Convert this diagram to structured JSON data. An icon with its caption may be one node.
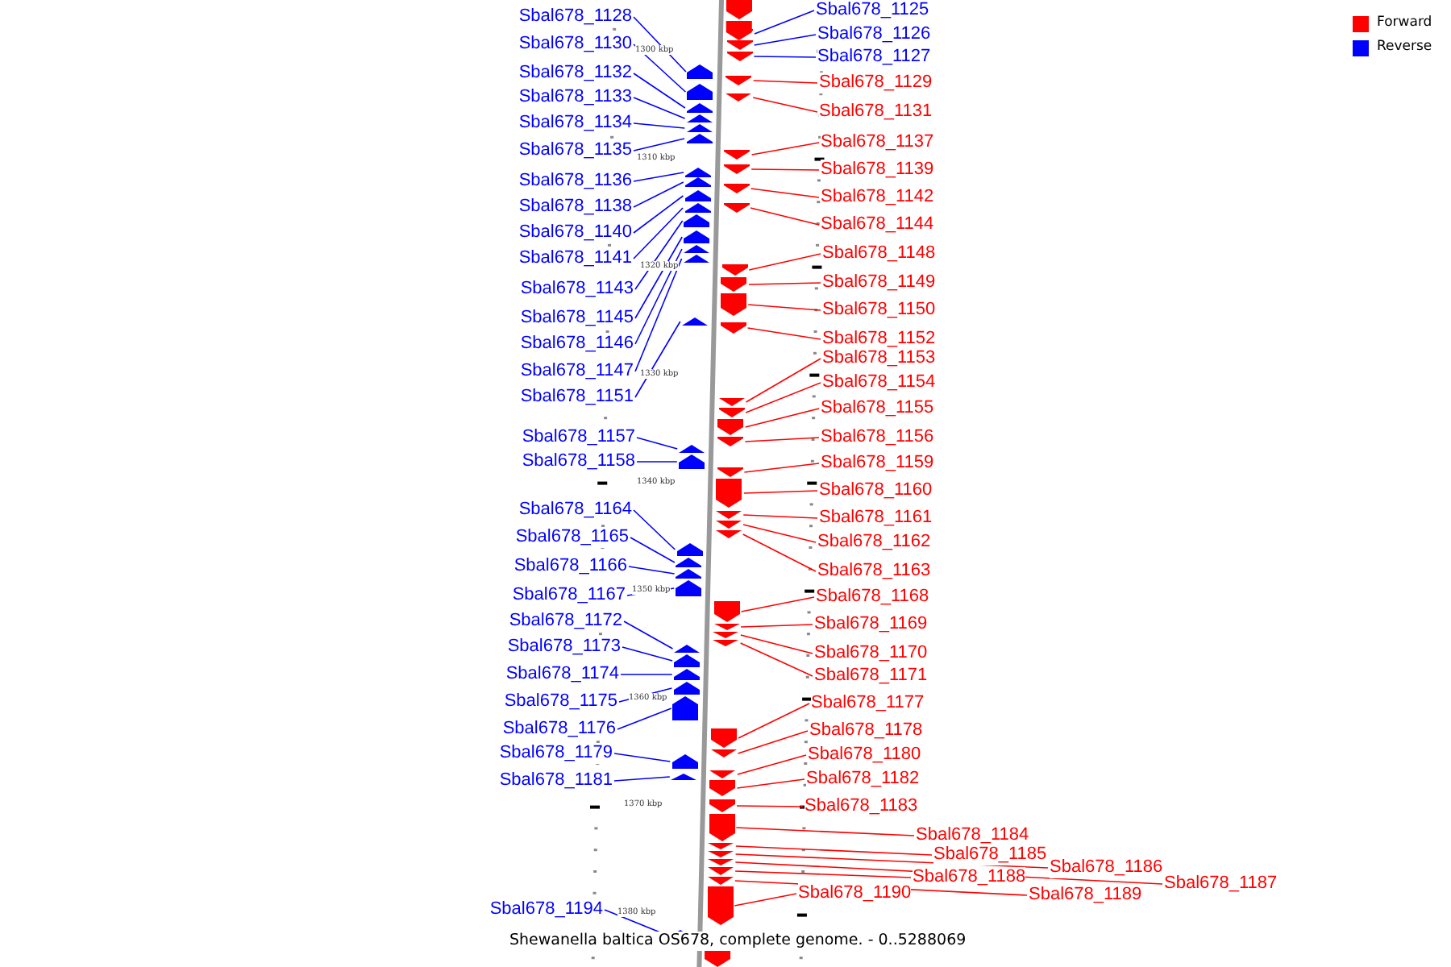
{
  "diagram": {
    "caption": "Shewanella baltica OS678, complete genome. - 0..5288069",
    "nodes": [
      {
        "text": [
          "Sbal678_1128"
        ]
      },
      {
        "text": [
          "Sbal678_1130"
        ]
      },
      {
        "text": [
          "Sbal678_1132"
        ]
      },
      {
        "text": [
          "Sbal678_1133"
        ]
      },
      {
        "text": [
          "Sbal678_1134"
        ]
      },
      {
        "text": [
          "Sbal678_1135"
        ]
      },
      {
        "text": [
          "Sbal678_1136"
        ]
      },
      {
        "text": [
          "Sbal678_1138"
        ]
      },
      {
        "text": [
          "Sbal678_1140"
        ]
      },
      {
        "text": [
          "Sbal678_1141"
        ]
      },
      {
        "text": [
          "Sbal678_1143"
        ]
      },
      {
        "text": [
          "Sbal678_1145"
        ]
      },
      {
        "text": [
          "Sbal678_1146"
        ]
      },
      {
        "text": [
          "Sbal678_1147"
        ]
      },
      {
        "text": [
          "Sbal678_1151"
        ]
      },
      {
        "text": [
          "Sbal678_1157"
        ]
      },
      {
        "text": [
          "Sbal678_1158"
        ]
      },
      {
        "text": [
          "Sbal678_1164"
        ]
      },
      {
        "text": [
          "Sbal678_1165"
        ]
      },
      {
        "text": [
          "Sbal678_1166"
        ]
      },
      {
        "text": [
          "Sbal678_1167"
        ]
      },
      {
        "text": [
          "Sbal678_1172"
        ]
      },
      {
        "text": [
          "Sbal678_1173"
        ]
      },
      {
        "text": [
          "Sbal678_1174"
        ]
      },
      {
        "text": [
          "Sbal678_1175"
        ]
      },
      {
        "text": [
          "Sbal678_1176"
        ]
      },
      {
        "text": [
          "Sbal678_1179"
        ]
      },
      {
        "text": [
          "Sbal678_1181"
        ]
      },
      {
        "text": [
          "Sbal678_1194"
        ]
      },
      {
        "text": [
          "Sbal678_1125"
        ]
      },
      {
        "text": [
          "Sbal678_1126"
        ]
      },
      {
        "text": [
          "Sbal678_1127"
        ]
      },
      {
        "text": [
          "Sbal678_1129"
        ]
      },
      {
        "text": [
          "Sbal678_1131"
        ]
      },
      {
        "text": [
          "Sbal678_1137"
        ]
      },
      {
        "text": [
          "Sbal678_1139"
        ]
      },
      {
        "text": [
          "Sbal678_1142"
        ]
      },
      {
        "text": [
          "Sbal678_1144"
        ]
      },
      {
        "text": [
          "Sbal678_1148"
        ]
      },
      {
        "text": [
          "Sbal678_1149"
        ]
      },
      {
        "text": [
          "Sbal678_1150"
        ]
      },
      {
        "text": [
          "Sbal678_1152"
        ]
      },
      {
        "text": [
          "Sbal678_1153"
        ]
      },
      {
        "text": [
          "Sbal678_1154"
        ]
      },
      {
        "text": [
          "Sbal678_1155"
        ]
      },
      {
        "text": [
          "Sbal678_1156"
        ]
      },
      {
        "text": [
          "Sbal678_1159"
        ]
      },
      {
        "text": [
          "Sbal678_1160"
        ]
      },
      {
        "text": [
          "Sbal678_1161"
        ]
      },
      {
        "text": [
          "Sbal678_1162"
        ]
      },
      {
        "text": [
          "Sbal678_1163"
        ]
      },
      {
        "text": [
          "Sbal678_1168"
        ]
      },
      {
        "text": [
          "Sbal678_1169"
        ]
      },
      {
        "text": [
          "Sbal678_1170"
        ]
      },
      {
        "text": [
          "Sbal678_1171"
        ]
      },
      {
        "text": [
          "Sbal678_1177"
        ]
      },
      {
        "text": [
          "Sbal678_1178"
        ]
      },
      {
        "text": [
          "Sbal678_1180"
        ]
      },
      {
        "text": [
          "Sbal678_1182"
        ]
      },
      {
        "text": [
          "Sbal678_1183"
        ]
      },
      {
        "text": [
          "Sbal678_1184"
        ]
      },
      {
        "text": [
          "Sbal678_1185"
        ]
      },
      {
        "text": [
          "Sbal678_1186"
        ]
      },
      {
        "text": [
          "Sbal678_1187"
        ]
      },
      {
        "text": [
          "Sbal678_1188"
        ]
      },
      {
        "text": [
          "Sbal678_1189"
        ]
      },
      {
        "text": [
          "Sbal678_1190"
        ]
      },
      {
        "text": [],
        "shape": "arrow"
      },
      {
        "text": [],
        "shape": "arrow"
      },
      {
        "text": [],
        "shape": "arrow"
      },
      {
        "text": [],
        "shape": "arrow"
      },
      {
        "text": [],
        "shape": "arrow"
      },
      {
        "text": [],
        "shape": "arrow"
      },
      {
        "text": [],
        "shape": "arrow"
      },
      {
        "text": [],
        "shape": "arrow"
      },
      {
        "text": [],
        "shape": "arrow"
      },
      {
        "text": [],
        "shape": "arrow"
      },
      {
        "text": [],
        "shape": "arrow"
      },
      {
        "text": [],
        "shape": "arrow"
      },
      {
        "text": [],
        "shape": "arrow"
      },
      {
        "text": [],
        "shape": "arrow"
      },
      {
        "text": [],
        "shape": "arrow"
      },
      {
        "text": [],
        "shape": "arrow"
      },
      {
        "text": [],
        "shape": "arrow"
      },
      {
        "text": [],
        "shape": "arrow"
      },
      {
        "text": [],
        "shape": "arrow"
      },
      {
        "text": [],
        "shape": "arrow"
      },
      {
        "text": [],
        "shape": "arrow"
      },
      {
        "text": [],
        "shape": "arrow"
      },
      {
        "text": [],
        "shape": "arrow"
      },
      {
        "text": [],
        "shape": "arrow"
      },
      {
        "text": [],
        "shape": "arrow"
      },
      {
        "text": [],
        "shape": "arrow"
      },
      {
        "text": [],
        "shape": "arrow"
      },
      {
        "text": [],
        "shape": "arrow"
      },
      {
        "text": [],
        "shape": "arrow"
      },
      {
        "text": [],
        "shape": "arrow"
      },
      {
        "text": [],
        "shape": "arrow"
      },
      {
        "text": [],
        "shape": "arrow"
      },
      {
        "text": [],
        "shape": "arrow"
      },
      {
        "text": [],
        "shape": "arrow"
      },
      {
        "text": [],
        "shape": "arrow"
      },
      {
        "text": [],
        "shape": "arrow"
      },
      {
        "text": [],
        "shape": "arrow"
      },
      {
        "text": [],
        "shape": "arrow"
      },
      {
        "text": [],
        "shape": "arrow"
      },
      {
        "text": [],
        "shape": "arrow"
      },
      {
        "text": [],
        "shape": "arrow"
      },
      {
        "text": [],
        "shape": "arrow"
      },
      {
        "text": [],
        "shape": "arrow"
      },
      {
        "text": [],
        "shape": "arrow"
      },
      {
        "text": [],
        "shape": "arrow"
      },
      {
        "text": [],
        "shape": "arrow"
      },
      {
        "text": [],
        "shape": "arrow"
      },
      {
        "text": [],
        "shape": "arrow"
      },
      {
        "text": [],
        "shape": "arrow"
      },
      {
        "text": [],
        "shape": "arrow"
      },
      {
        "text": [],
        "shape": "arrow"
      },
      {
        "text": [],
        "shape": "arrow"
      },
      {
        "text": [],
        "shape": "arrow"
      },
      {
        "text": [],
        "shape": "arrow"
      },
      {
        "text": [],
        "shape": "arrow"
      },
      {
        "text": [],
        "shape": "arrow"
      },
      {
        "text": [],
        "shape": "arrow"
      },
      {
        "text": [],
        "shape": "arrow"
      },
      {
        "text": [],
        "shape": "arrow"
      },
      {
        "text": [],
        "shape": "arrow"
      },
      {
        "text": [],
        "shape": "arrow"
      },
      {
        "text": [],
        "shape": "arrow"
      },
      {
        "text": [],
        "shape": "arrow"
      },
      {
        "text": [],
        "shape": "arrow"
      },
      {
        "text": [],
        "shape": "arrow"
      },
      {
        "text": [],
        "shape": "arrow"
      },
      {
        "text": [],
        "shape": "arrow"
      }
    ],
    "edges": [
      {
        "from": 0,
        "to": 67,
        "arrow": "none",
        "color": "#0000ff"
      },
      {
        "from": 1,
        "to": 68,
        "arrow": "none",
        "color": "#0000ff"
      },
      {
        "from": 2,
        "to": 69,
        "arrow": "none",
        "color": "#0000ff"
      },
      {
        "from": 3,
        "to": 70,
        "arrow": "none",
        "color": "#0000ff"
      },
      {
        "from": 4,
        "to": 71,
        "arrow": "none",
        "color": "#0000ff"
      },
      {
        "from": 5,
        "to": 72,
        "arrow": "none",
        "color": "#0000ff"
      },
      {
        "from": 6,
        "to": 73,
        "arrow": "none",
        "color": "#0000ff"
      },
      {
        "from": 7,
        "to": 74,
        "arrow": "none",
        "color": "#0000ff"
      },
      {
        "from": 8,
        "to": 75,
        "arrow": "none",
        "color": "#0000ff"
      },
      {
        "from": 9,
        "to": 76,
        "arrow": "none",
        "color": "#0000ff"
      },
      {
        "from": 10,
        "to": 77,
        "arrow": "none",
        "color": "#0000ff"
      },
      {
        "from": 11,
        "to": 78,
        "arrow": "none",
        "color": "#0000ff"
      },
      {
        "from": 12,
        "to": 79,
        "arrow": "none",
        "color": "#0000ff"
      },
      {
        "from": 13,
        "to": 80,
        "arrow": "none",
        "color": "#0000ff"
      },
      {
        "from": 14,
        "to": 81,
        "arrow": "none",
        "color": "#0000ff"
      },
      {
        "from": 15,
        "to": 82,
        "arrow": "none",
        "color": "#0000ff"
      },
      {
        "from": 16,
        "to": 83,
        "arrow": "none",
        "color": "#0000ff"
      },
      {
        "from": 17,
        "to": 84,
        "arrow": "none",
        "color": "#0000ff"
      },
      {
        "from": 18,
        "to": 85,
        "arrow": "none",
        "color": "#0000ff"
      },
      {
        "from": 19,
        "to": 86,
        "arrow": "none",
        "color": "#0000ff"
      },
      {
        "from": 20,
        "to": 87,
        "arrow": "none",
        "color": "#0000ff"
      },
      {
        "from": 21,
        "to": 88,
        "arrow": "none",
        "color": "#0000ff"
      },
      {
        "from": 22,
        "to": 89,
        "arrow": "none",
        "color": "#0000ff"
      },
      {
        "from": 23,
        "to": 90,
        "arrow": "none",
        "color": "#0000ff"
      },
      {
        "from": 24,
        "to": 91,
        "arrow": "none",
        "color": "#0000ff"
      },
      {
        "from": 25,
        "to": 92,
        "arrow": "none",
        "color": "#0000ff"
      },
      {
        "from": 26,
        "to": 93,
        "arrow": "none",
        "color": "#0000ff"
      },
      {
        "from": 27,
        "to": 94,
        "arrow": "none",
        "color": "#0000ff"
      },
      {
        "from": 28,
        "to": 95,
        "arrow": "none",
        "color": "#0000ff"
      },
      {
        "from": 29,
        "to": 96,
        "arrow": "none",
        "color": "#0000ff"
      },
      {
        "from": 30,
        "to": 97,
        "arrow": "none",
        "color": "#0000ff"
      },
      {
        "from": 31,
        "to": 98,
        "arrow": "none",
        "color": "#0000ff"
      },
      {
        "from": 32,
        "to": 99,
        "arrow": "none"
      },
      {
        "from": 33,
        "to": 100,
        "arrow": "none"
      },
      {
        "from": 34,
        "to": 101,
        "arrow": "none"
      },
      {
        "from": 35,
        "to": 102,
        "arrow": "none"
      },
      {
        "from": 36,
        "to": 103,
        "arrow": "none"
      },
      {
        "from": 37,
        "to": 104,
        "arrow": "none"
      },
      {
        "from": 38,
        "to": 105,
        "arrow": "none"
      },
      {
        "from": 39,
        "to": 106,
        "arrow": "none"
      },
      {
        "from": 40,
        "to": 107,
        "arrow": "none"
      },
      {
        "from": 41,
        "to": 108,
        "arrow": "none"
      },
      {
        "from": 42,
        "to": 109,
        "arrow": "none"
      },
      {
        "from": 43,
        "to": 110,
        "arrow": "none"
      },
      {
        "from": 44,
        "to": 111,
        "arrow": "none"
      },
      {
        "from": 45,
        "to": 112,
        "arrow": "none"
      },
      {
        "from": 46,
        "to": 113,
        "arrow": "none"
      },
      {
        "from": 47,
        "to": 114,
        "arrow": "none"
      },
      {
        "from": 48,
        "to": 115,
        "arrow": "none"
      },
      {
        "from": 49,
        "to": 116,
        "arrow": "none"
      },
      {
        "from": 50,
        "to": 117,
        "arrow": "none"
      },
      {
        "from": 51,
        "to": 118,
        "arrow": "none"
      },
      {
        "from": 52,
        "to": 119,
        "arrow": "none"
      },
      {
        "from": 53,
        "to": 120,
        "arrow": "none"
      },
      {
        "from": 54,
        "to": 121,
        "arrow": "none"
      },
      {
        "from": 55,
        "to": 122,
        "arrow": "none"
      },
      {
        "from": 56,
        "to": 123,
        "arrow": "none"
      },
      {
        "from": 57,
        "to": 124,
        "arrow": "none"
      },
      {
        "from": 58,
        "to": 125,
        "arrow": "none"
      },
      {
        "from": 59,
        "to": 126,
        "arrow": "none"
      },
      {
        "from": 60,
        "to": 127,
        "arrow": "none"
      },
      {
        "from": 61,
        "to": 128,
        "arrow": "none"
      },
      {
        "from": 62,
        "to": 129,
        "arrow": "none"
      },
      {
        "from": 63,
        "to": 130,
        "arrow": "none"
      },
      {
        "from": 64,
        "to": 131,
        "arrow": "none"
      },
      {
        "from": 65,
        "to": 132,
        "arrow": "none"
      },
      {
        "from": 66,
        "to": 133,
        "arrow": "none"
      }
    ],
    "labels": [
      "1300 kbp",
      "1310 kbp",
      "1320 kbp",
      "1330 kbp",
      "1340 kbp",
      "1350 kbp",
      "1360 kbp",
      "1370 kbp",
      "1380 kbp"
    ],
    "legend": [
      {
        "text": "Forward",
        "color": "#ff0000"
      },
      {
        "text": "Reverse",
        "color": "#0000ff"
      }
    ]
  }
}
